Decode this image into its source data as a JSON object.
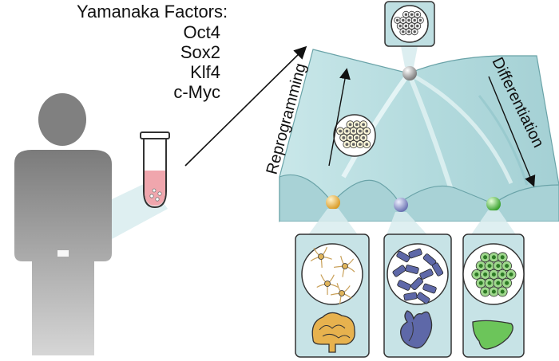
{
  "factors": {
    "title": "Yamanaka Factors:",
    "items": [
      "Oct4",
      "Sox2",
      "Klf4",
      "c-Myc"
    ]
  },
  "labels": {
    "reprogramming": "Reprogramming",
    "differentiation": "Differentiation"
  },
  "colors": {
    "landscape": "#bfe0e2",
    "landscape_dark": "#9ccbd0",
    "panel": "#c7e3e6",
    "person": "#9a9a9a",
    "tube_liquid": "#f0a0a8",
    "sphere_neuron": "#e9b84a",
    "sphere_cardiac": "#8e96c8",
    "sphere_liver": "#5cbf4a"
  },
  "icons": [
    "person-icon",
    "test-tube-icon",
    "stem-cell-icon",
    "neuron-cells-icon",
    "cardiac-cells-icon",
    "liver-cells-icon",
    "brain-icon",
    "heart-icon",
    "liver-icon"
  ]
}
